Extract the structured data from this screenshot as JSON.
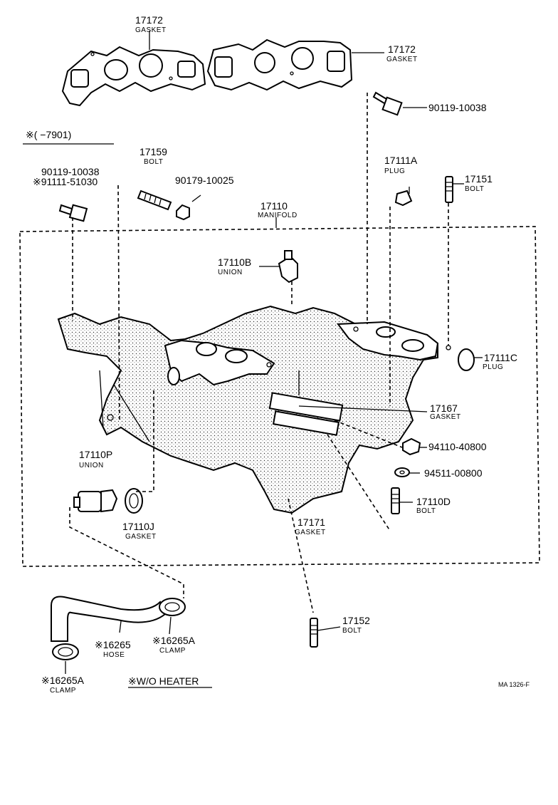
{
  "diagram": {
    "condition_note": "※(    −7901)",
    "variant_note": "※W/O HEATER",
    "figure_code": "MA 1326-F",
    "parts": [
      {
        "id": "gasket_left",
        "number": "17172",
        "name": "GASKET"
      },
      {
        "id": "gasket_right",
        "number": "17172",
        "name": "GASKET"
      },
      {
        "id": "bolt_90119",
        "number": "90119-10038"
      },
      {
        "id": "bolt_left_a",
        "number": "90119-10038",
        "alt": "※91111-51030"
      },
      {
        "id": "bolt_17159",
        "number": "17159",
        "name": "BOLT"
      },
      {
        "id": "nut_90179",
        "number": "90179-10025"
      },
      {
        "id": "plug_17111a",
        "number": "17111A",
        "name": "PLUG"
      },
      {
        "id": "bolt_17151",
        "number": "17151",
        "name": "BOLT"
      },
      {
        "id": "manifold",
        "number": "17110",
        "name": "MANIFOLD"
      },
      {
        "id": "union_17110b",
        "number": "17110B",
        "name": "UNION"
      },
      {
        "id": "plug_17111c",
        "number": "17111C",
        "name": "PLUG"
      },
      {
        "id": "gasket_17167",
        "number": "17167",
        "name": "GASKET"
      },
      {
        "id": "nut_94110",
        "number": "94110-40800"
      },
      {
        "id": "washer_94511",
        "number": "94511-00800"
      },
      {
        "id": "union_17110p",
        "number": "17110P",
        "name": "UNION"
      },
      {
        "id": "bolt_17110d",
        "number": "17110D",
        "name": "BOLT"
      },
      {
        "id": "gasket_17110j",
        "number": "17110J",
        "name": "GASKET"
      },
      {
        "id": "gasket_17171",
        "number": "17171",
        "name": "GASKET"
      },
      {
        "id": "bolt_17152",
        "number": "17152",
        "name": "BOLT"
      },
      {
        "id": "hose_16265",
        "number": "※16265",
        "name": "HOSE"
      },
      {
        "id": "clamp_right",
        "number": "※16265A",
        "name": "CLAMP"
      },
      {
        "id": "clamp_left",
        "number": "※16265A",
        "name": "CLAMP"
      }
    ]
  }
}
